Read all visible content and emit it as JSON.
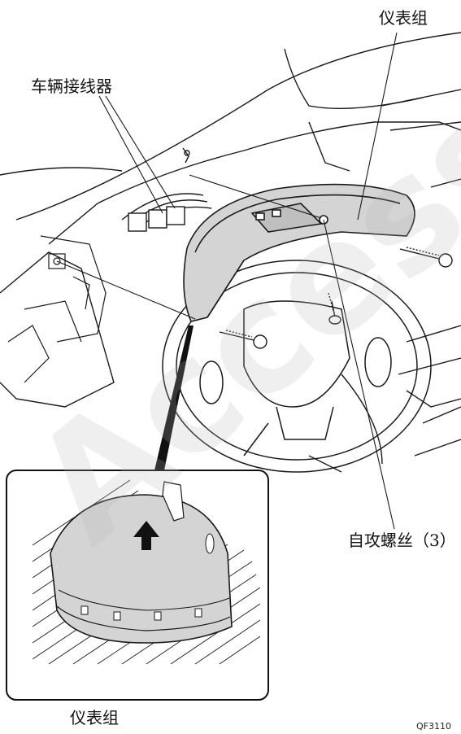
{
  "labels": {
    "instrument_cluster_top": "仪表组",
    "vehicle_connector": "车辆接线器",
    "self_tapping_screws": "自攻螺丝（3）",
    "instrument_cluster_bottom": "仪表组"
  },
  "figure_id": "QF3110",
  "watermark": "Access",
  "colors": {
    "line": "#1a1a1a",
    "cluster_fill": "#d4d4d4",
    "background": "#ffffff"
  }
}
